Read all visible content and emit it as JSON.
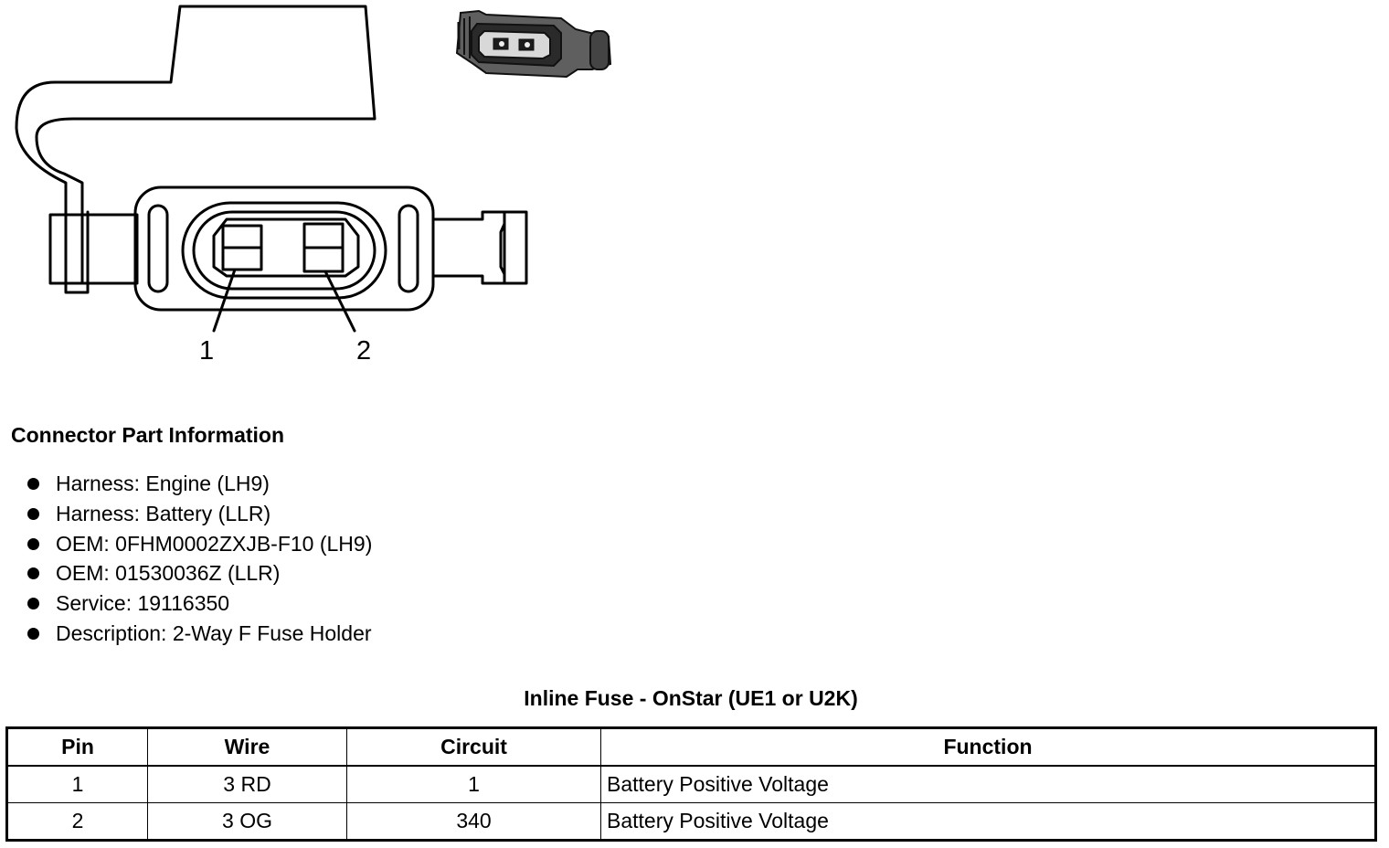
{
  "diagram": {
    "pin_labels": [
      "1",
      "2"
    ]
  },
  "connector_info": {
    "title": "Connector Part Information",
    "items": [
      "Harness: Engine (LH9)",
      "Harness: Battery (LLR)",
      "OEM: 0FHM0002ZXJB-F10 (LH9)",
      "OEM: 01530036Z (LLR)",
      "Service: 19116350",
      "Description: 2-Way F Fuse Holder"
    ]
  },
  "pin_table": {
    "caption": "Inline Fuse - OnStar (UE1 or U2K)",
    "headers": [
      "Pin",
      "Wire",
      "Circuit",
      "Function"
    ],
    "rows": [
      [
        "1",
        "3 RD",
        "1",
        "Battery Positive Voltage"
      ],
      [
        "2",
        "3 OG",
        "340",
        "Battery Positive Voltage"
      ]
    ]
  }
}
